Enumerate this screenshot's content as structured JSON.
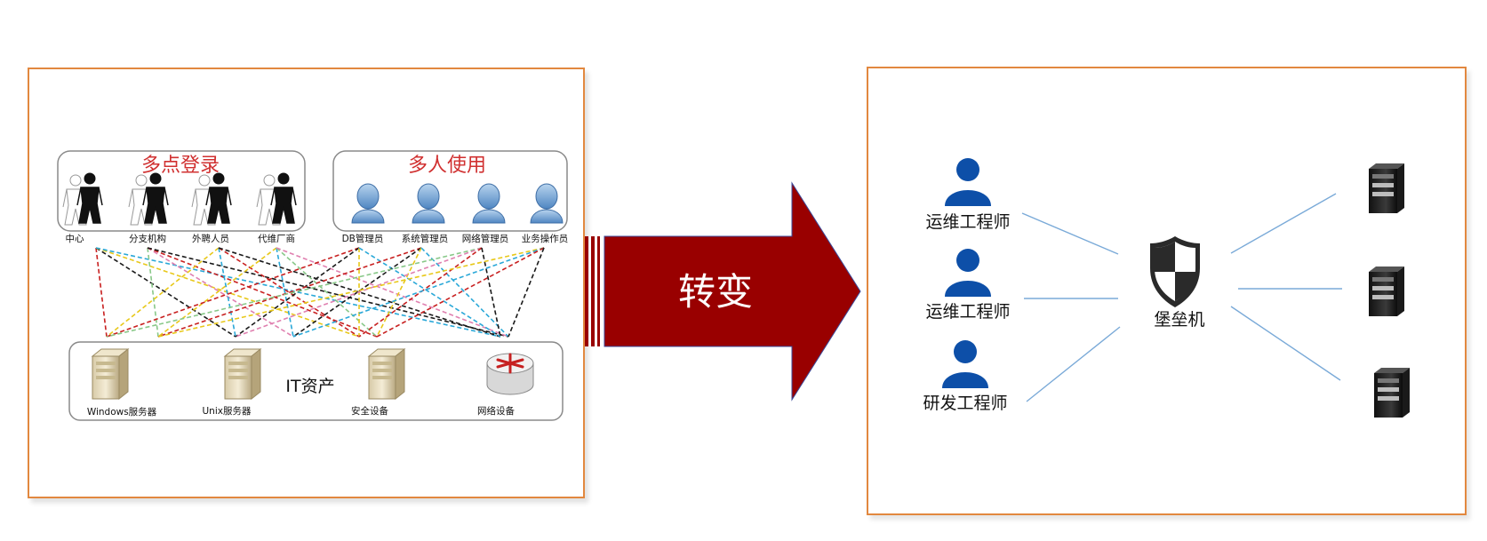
{
  "left": {
    "group_login": {
      "title": "多点登录",
      "users": [
        "中心",
        "分支机构",
        "外聘人员",
        "代维厂商"
      ]
    },
    "group_multi": {
      "title": "多人使用",
      "users": [
        "DB管理员",
        "系统管理员",
        "网络管理员",
        "业务操作员"
      ]
    },
    "assets": {
      "title": "IT资产",
      "items": [
        "Windows服务器",
        "Unix服务器",
        "安全设备",
        "网络设备"
      ]
    }
  },
  "arrow": {
    "label": "转变",
    "color": "#990000"
  },
  "right": {
    "engineers": [
      "运维工程师",
      "运维工程师",
      "研发工程师"
    ],
    "bastion": "堡垒机",
    "user_icon_color": "#0d4fa8",
    "link_color": "#7aaad8"
  },
  "colors": {
    "panel_border": "#e2883f",
    "title_red": "#d03030"
  }
}
